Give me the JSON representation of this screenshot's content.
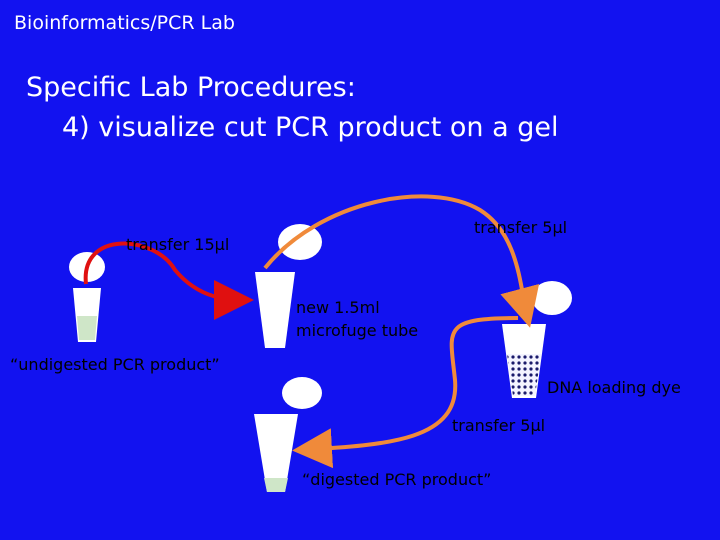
{
  "header": {
    "course": "Bioinformatics/PCR Lab"
  },
  "title": {
    "line1": "Specific Lab Procedures:",
    "line2": "4) visualize cut PCR product on a gel"
  },
  "labels": {
    "transfer15": "transfer 15µl",
    "transfer5_top": "transfer 5µl",
    "new_tube": "new 1.5ml",
    "new_tube2": "microfuge tube",
    "undigested": "“undigested PCR product”",
    "loading_dye": "DNA loading dye",
    "transfer5_bottom": "transfer 5µl",
    "digested": "“digested PCR product”"
  },
  "colors": {
    "background": "#1212f0",
    "arrow_red": "#e01010",
    "arrow_orange": "#f08a3a",
    "liquid": "#cfe6c8"
  }
}
